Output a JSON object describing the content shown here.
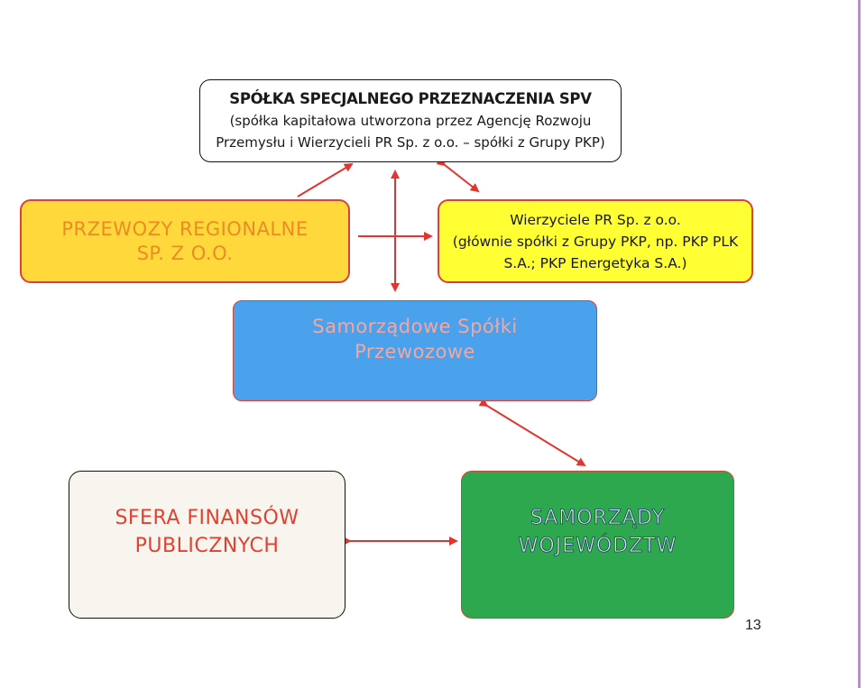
{
  "spv": {
    "title": "SPÓŁKA SPECJALNEGO PRZEZNACZENIA SPV",
    "line1": "(spółka kapitałowa utworzona przez Agencję Rozwoju",
    "line2": "Przemysłu i Wierzycieli PR Sp. z o.o. – spółki z Grupy PKP)"
  },
  "przewozy": {
    "line1": "PRZEWOZY REGIONALNE",
    "line2": "SP. Z O.O."
  },
  "wierzyciele": {
    "line1": "Wierzyciele PR Sp. z o.o.",
    "line2": "(głównie spółki z Grupy PKP, np. PKP PLK",
    "line3": "S.A.; PKP Energetyka S.A.)"
  },
  "spolki": {
    "line1": "Samorządowe Spółki",
    "line2": "Przewozowe"
  },
  "sfera": {
    "line1": "SFERA FINANSÓW",
    "line2": "PUBLICZNYCH"
  },
  "samorzady": {
    "line1": "SAMORZĄDY",
    "line2": "WOJEWÓDZTW"
  },
  "page_number": "13",
  "colors": {
    "arrow": "#e3342f",
    "przewozy_fill": "#ffd93b",
    "wierzyciele_fill": "#ffff33",
    "spolki_fill": "#4ba2ec",
    "samorzady_fill": "#2da84e",
    "sfera_fill": "#f8f5ef"
  }
}
